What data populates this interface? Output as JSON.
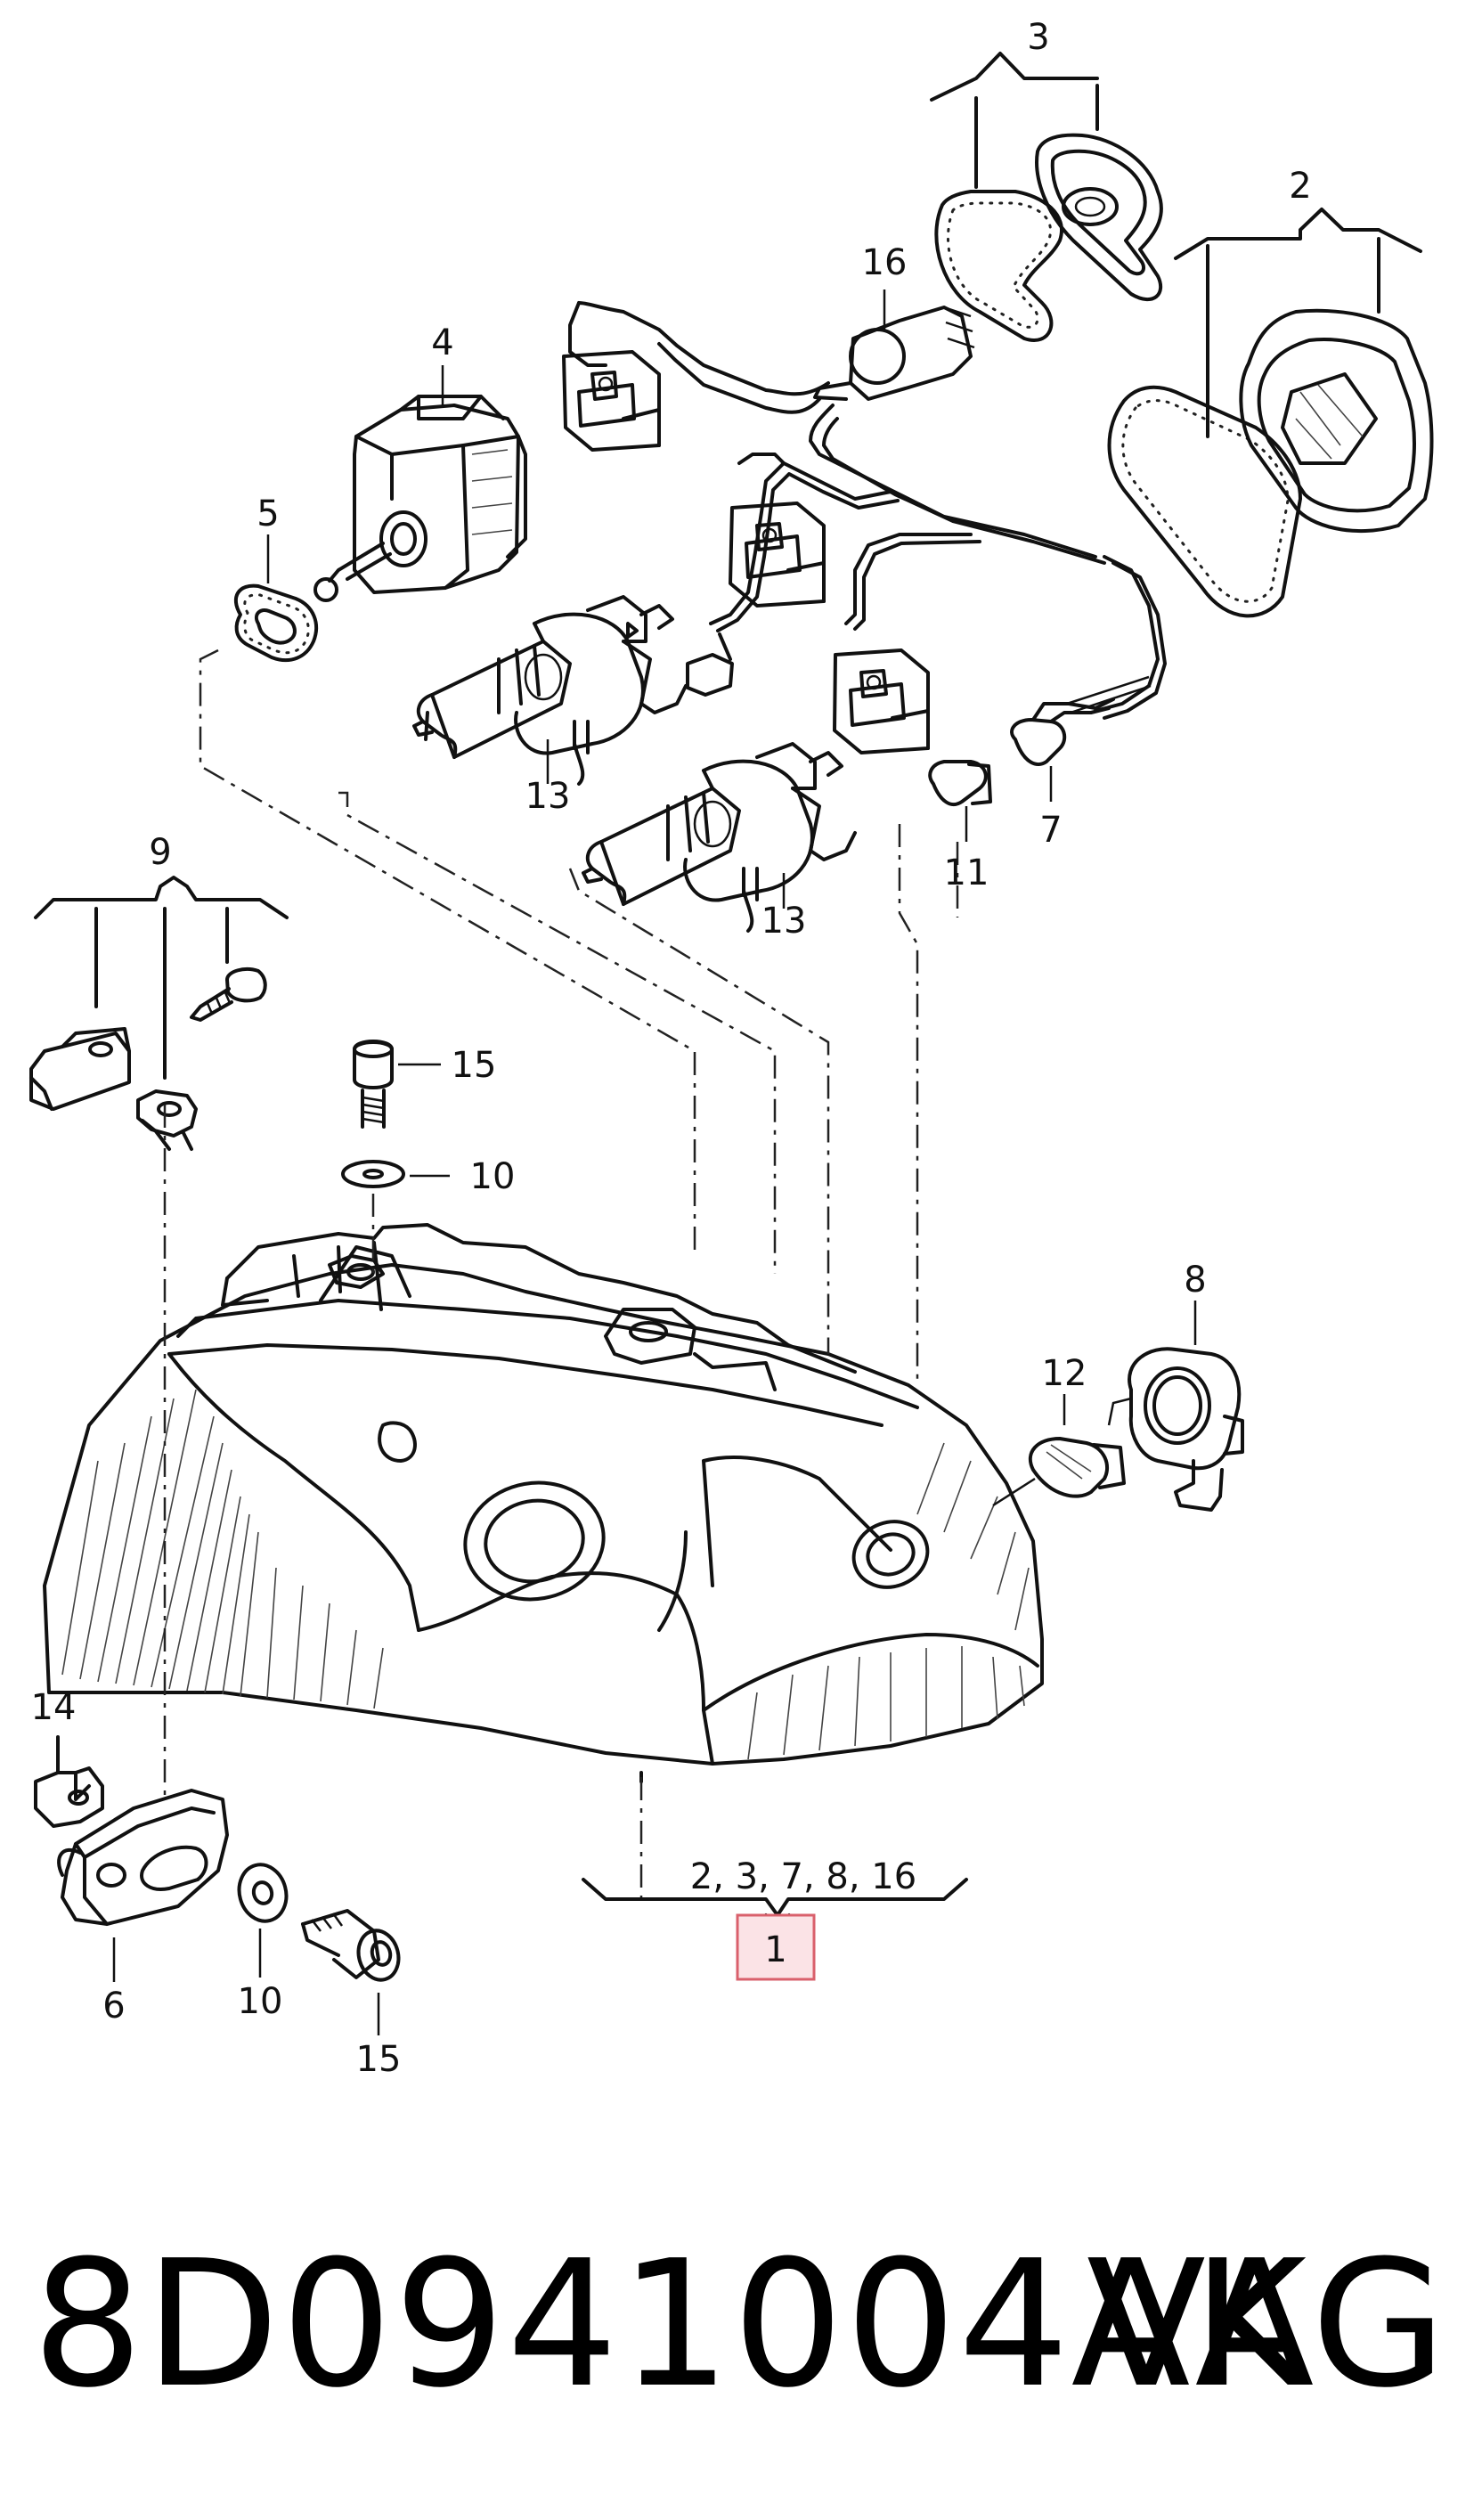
{
  "callouts": {
    "c1": "1",
    "c2": "2",
    "c3": "3",
    "c4": "4",
    "c5": "5",
    "c6": "6",
    "c7": "7",
    "c8": "8",
    "c9": "9",
    "c10a": "10",
    "c10b": "10",
    "c11": "11",
    "c12": "12",
    "c13a": "13",
    "c13b": "13",
    "c14": "14",
    "c15a": "15",
    "c15b": "15",
    "c16": "16",
    "assembly_includes": "2, 3, 7, 8, 16"
  },
  "highlight_color": "#d9606c",
  "footer": {
    "part_number": "8D0941004AK",
    "brand": "VAG"
  }
}
